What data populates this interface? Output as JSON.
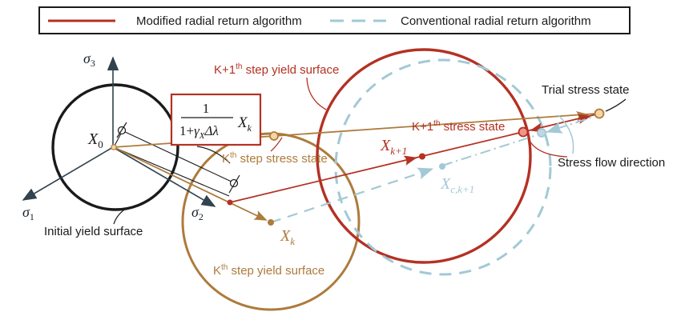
{
  "legend": {
    "modified_label": "Modified radial return algorithm",
    "conventional_label": "Conventional radial return algorithm"
  },
  "labels": {
    "initial_yield": "Initial yield surface",
    "kth_yield": {
      "base": "K",
      "sup": "th",
      "rest": " step yield surface"
    },
    "k1_yield": {
      "base": "K+1",
      "sup": "th",
      "rest": " step yield surface"
    },
    "kth_stress": {
      "base": "K",
      "sup": "th",
      "rest": " step stress state"
    },
    "k1_stress": {
      "base": "K+1",
      "sup": "th",
      "rest": " stress state"
    },
    "trial_stress": "Trial stress state",
    "stress_flow": "Stress flow direction"
  },
  "math": {
    "x0": {
      "base": "X",
      "sub": "0"
    },
    "xk": {
      "base": "X",
      "sub": "k"
    },
    "xk1": {
      "base": "X",
      "sub": "k+1"
    },
    "xck1": {
      "base": "X",
      "sub": "c,k+1"
    },
    "sigma1": {
      "base": "σ",
      "sub": "1"
    },
    "sigma2": {
      "base": "σ",
      "sub": "2"
    },
    "sigma3": {
      "base": "σ",
      "sub": "3"
    },
    "formula": {
      "numerator": "1",
      "den_pre": "1+",
      "gamma": "γ",
      "gamma_sub": "X",
      "den_post": "Δλ",
      "x_base": "X",
      "x_sub": "k"
    }
  },
  "colors": {
    "modified_red": "#b43123",
    "backstress_brown": "#ad7b3c",
    "conventional_blue": "#a2c9d5",
    "axis_dark": "#31434f",
    "text_black": "#1a1a1a",
    "state_dot_tan": "#f5d5a4",
    "k1_state_pink": "#f0958c"
  }
}
